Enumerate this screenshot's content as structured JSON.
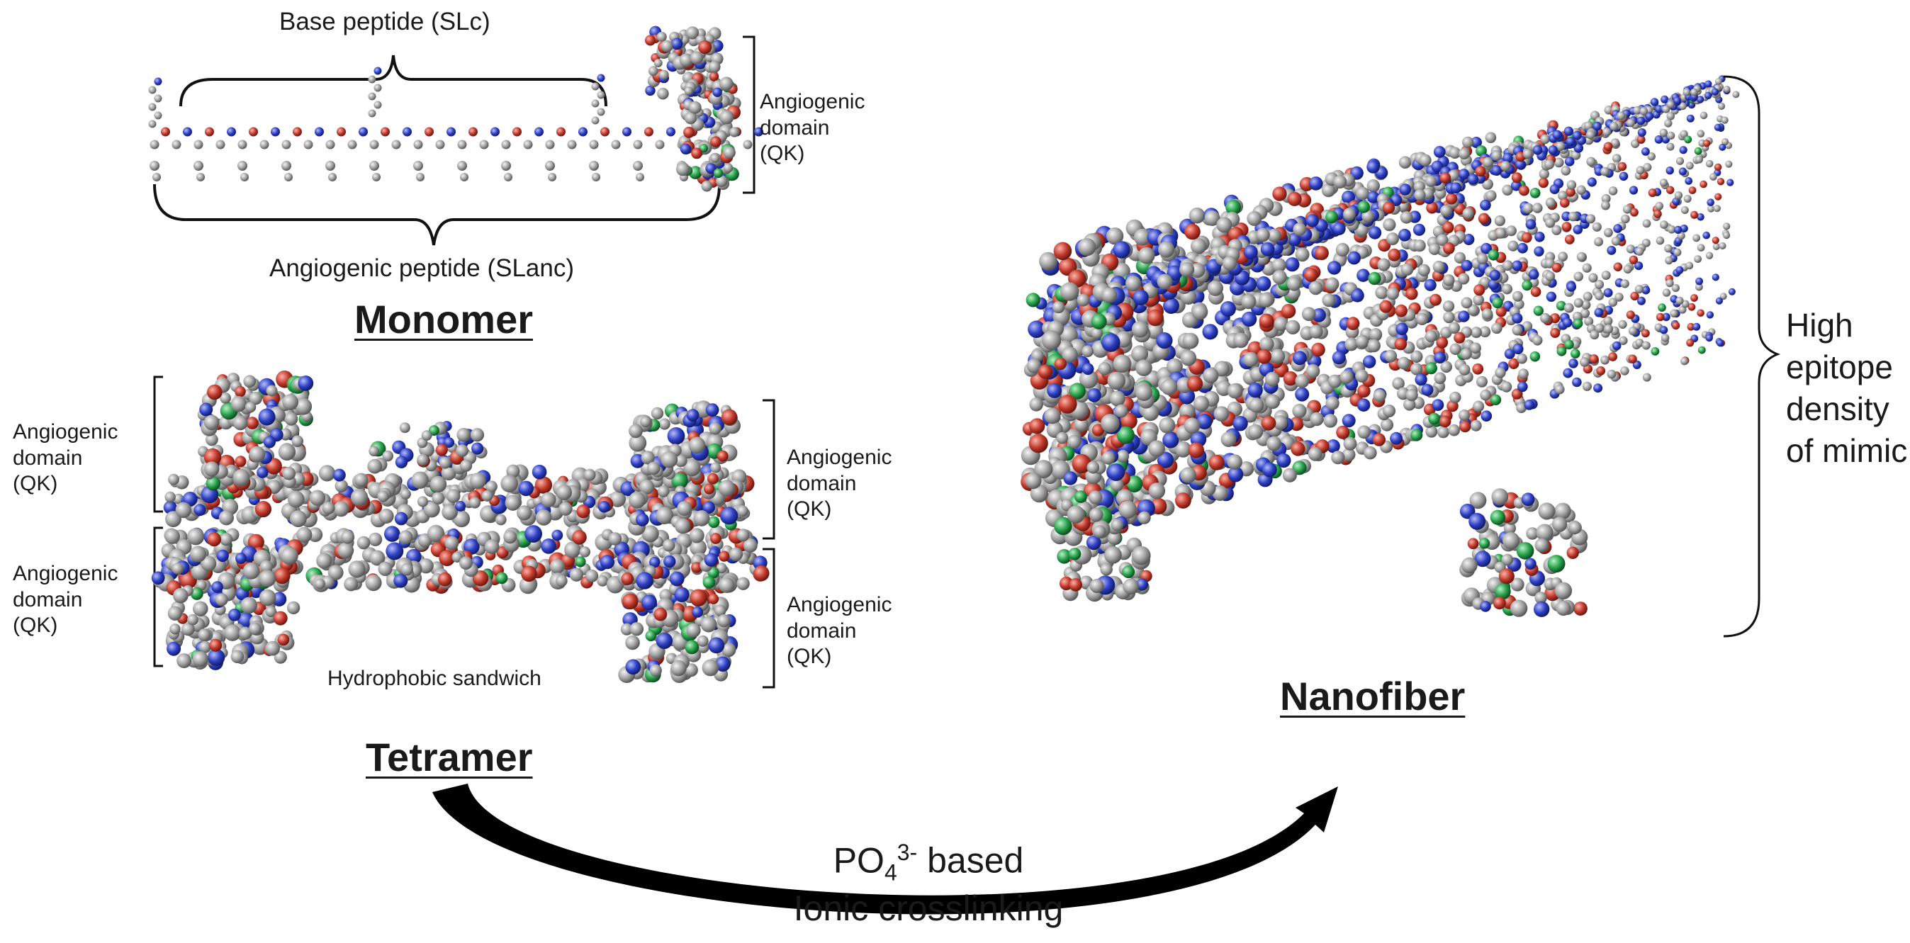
{
  "monomer": {
    "base_peptide": "Base peptide (SLc)",
    "angiogenic_peptide": "Angiogenic peptide (SLanc)",
    "angiogenic_domain": [
      "Angiogenic",
      "domain",
      "(QK)"
    ],
    "title": "Monomer"
  },
  "tetramer": {
    "domain_top_left": [
      "Angiogenic",
      "domain",
      "(QK)"
    ],
    "domain_bottom_left": [
      "Angiogenic",
      "domain",
      "(QK)"
    ],
    "domain_top_right": [
      "Angiogenic",
      "domain",
      "(QK)"
    ],
    "domain_bottom_right": [
      "Angiogenic",
      "domain",
      "(QK)"
    ],
    "sandwich": "Hydrophobic sandwich",
    "title": "Tetramer"
  },
  "nanofiber": {
    "title": "Nanofiber",
    "epitope": [
      "High",
      "epitope",
      "density",
      "of mimic"
    ]
  },
  "crosslink": {
    "ion_base": "PO",
    "ion_sub": "4",
    "ion_sup": "3-",
    "line1_rest": " based",
    "line2": "Ionic crosslinking"
  },
  "colors": {
    "carbon": "#8f8f8f",
    "oxygen": "#c0392b",
    "nitrogen": "#2d3fc4",
    "sulfur_green": "#27a04a",
    "text": "#1a1a1a"
  }
}
